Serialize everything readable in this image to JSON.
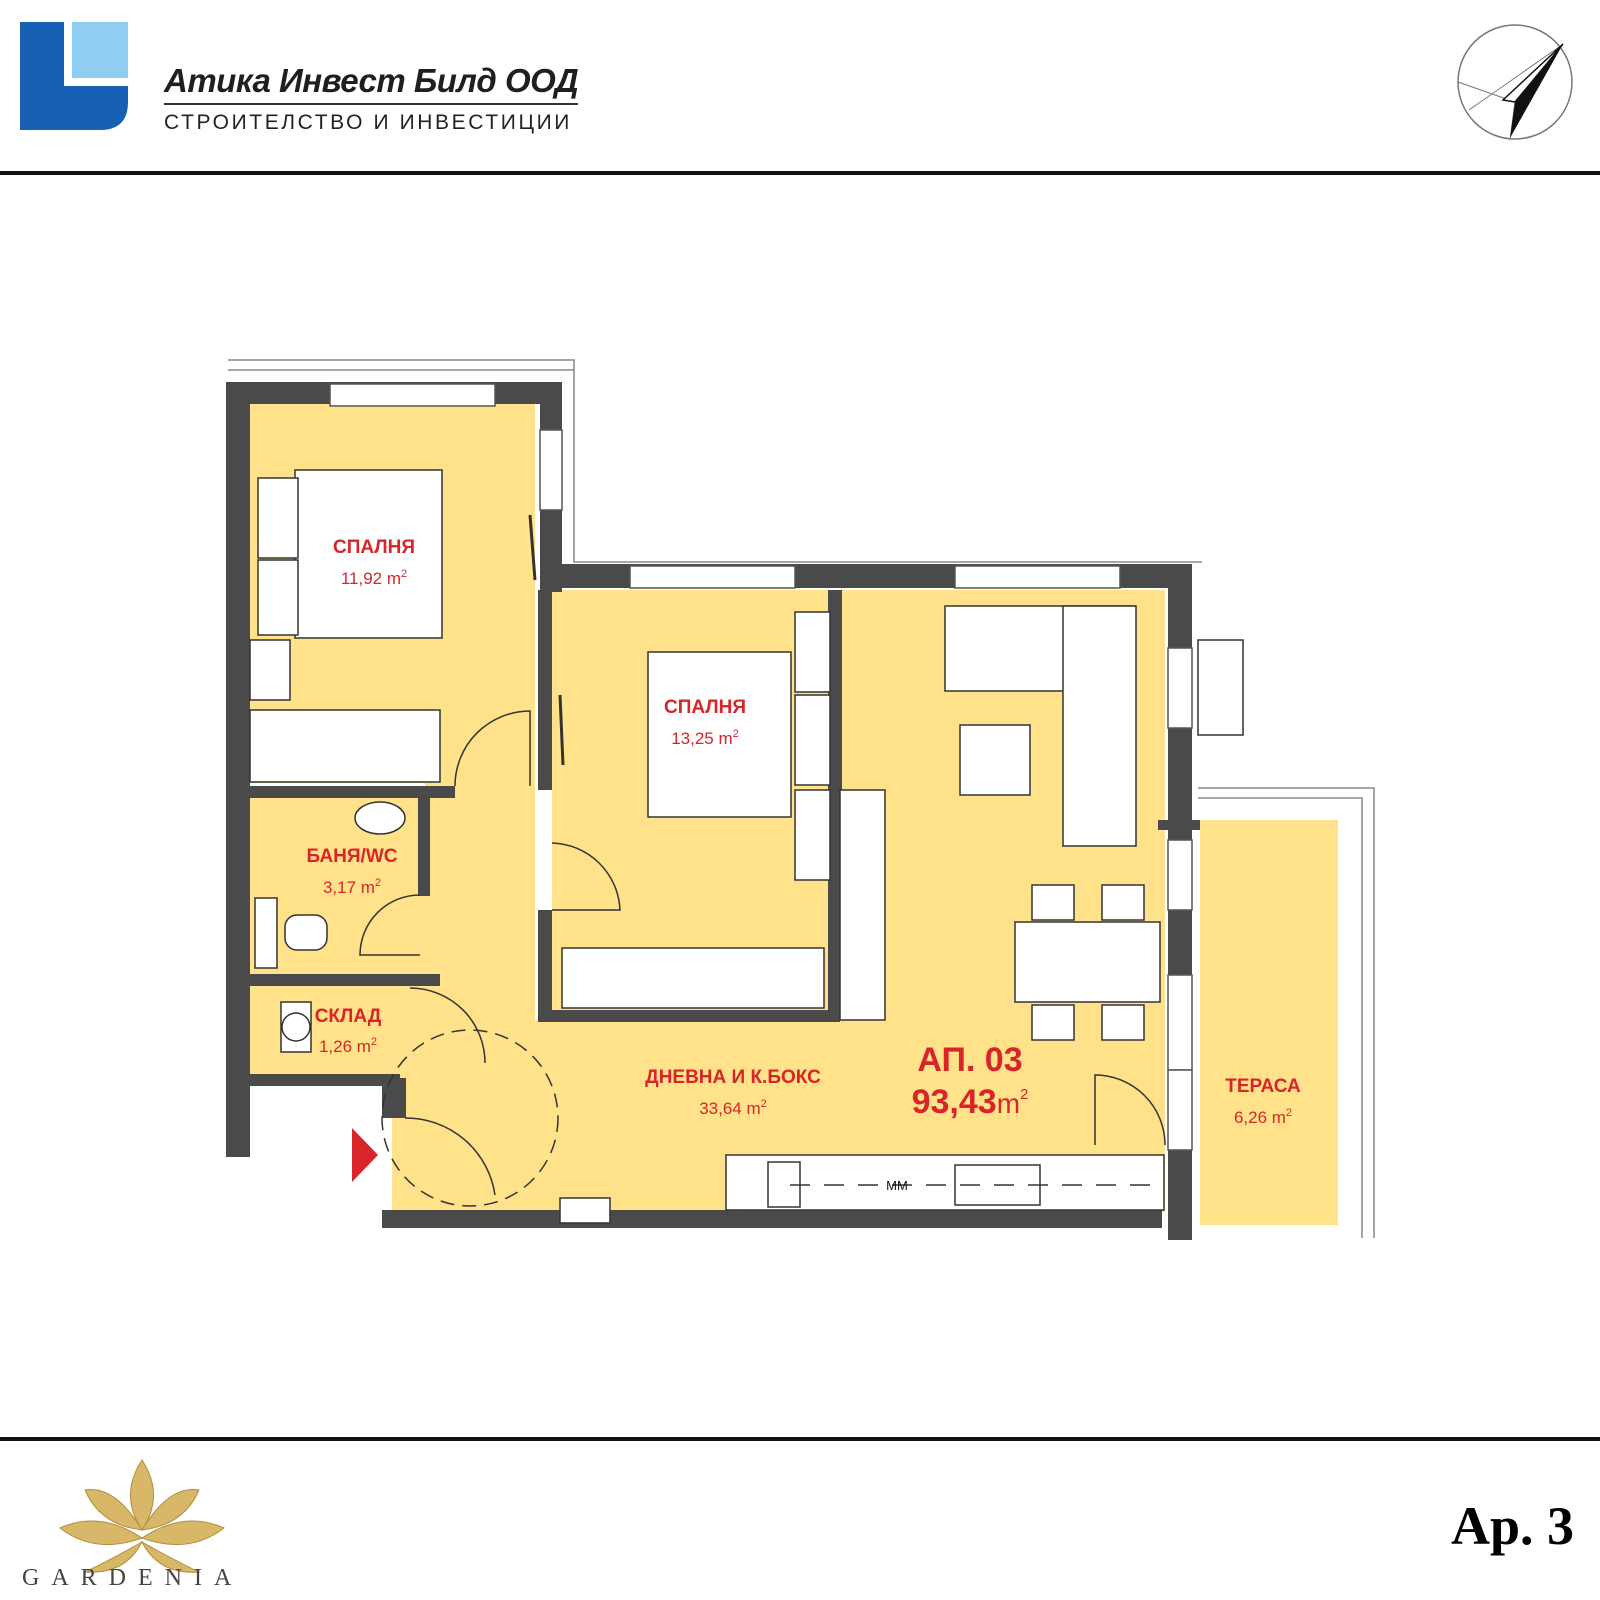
{
  "header": {
    "company_name": "Атика Инвест Билд ООД",
    "company_tagline": "СТРОИТЕЛСТВО И ИНВЕСТИЦИИ"
  },
  "plan": {
    "apartment": {
      "title": "АП. 03",
      "area": "93,43",
      "unit": "m",
      "exp": "2"
    },
    "rooms": [
      {
        "name": "СПАЛНЯ",
        "area": "11,92 m",
        "exp": "2"
      },
      {
        "name": "СПАЛНЯ",
        "area": "13,25 m",
        "exp": "2"
      },
      {
        "name": "БАНЯ/WC",
        "area": "3,17 m",
        "exp": "2"
      },
      {
        "name": "СКЛАД",
        "area": "1,26 m",
        "exp": "2"
      },
      {
        "name": "ДНЕВНА И К.БОКС",
        "area": "33,64 m",
        "exp": "2"
      },
      {
        "name": "ТЕРАСА",
        "area": "6,26 m",
        "exp": "2"
      }
    ],
    "appliance_label": "ММ"
  },
  "footer": {
    "brand": "GARDENIA",
    "apartment_code": "Ap. 3"
  },
  "colors": {
    "brand_blue": "#1760b3",
    "brand_light_blue": "#8fcdf2",
    "room_fill": "#ffe28a",
    "wall": "#4a4a4a",
    "label_red": "#d9252a",
    "lotus_gold": "#d8b868"
  }
}
